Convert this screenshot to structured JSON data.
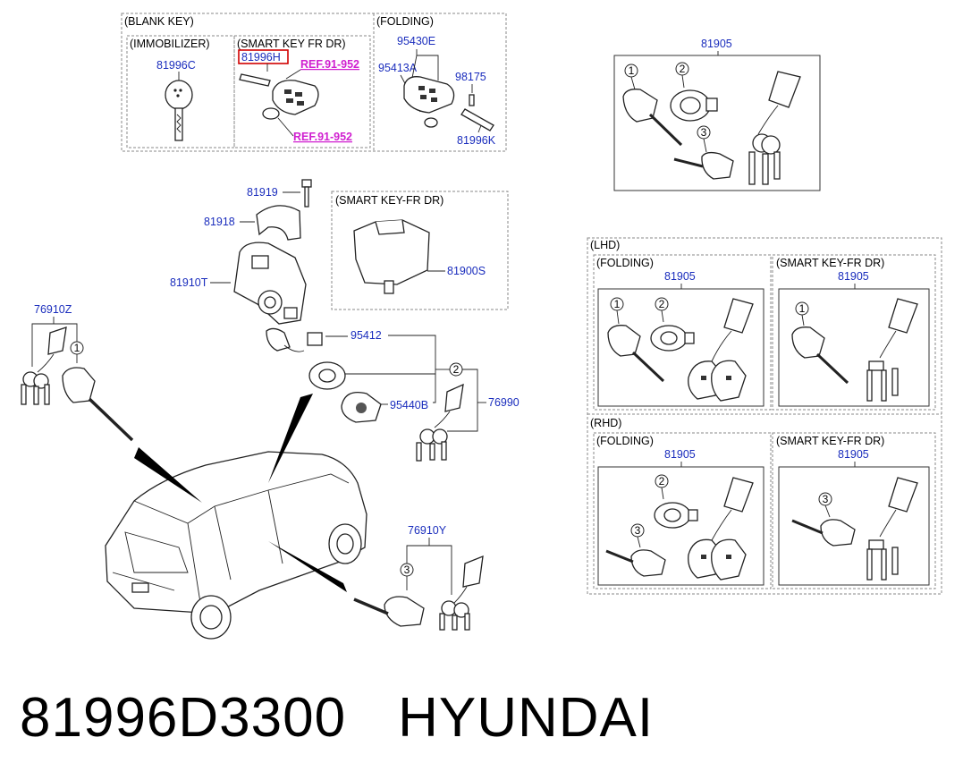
{
  "sections": {
    "blank_key": "(BLANK KEY)",
    "immobilizer": "(IMMOBILIZER)",
    "smart_key_fr_dr_top": "(SMART KEY FR DR)",
    "folding_top": "(FOLDING)",
    "smart_key_fr_dr_mid": "(SMART KEY-FR DR)",
    "lhd": "(LHD)",
    "lhd_folding": "(FOLDING)",
    "lhd_smart": "(SMART KEY-FR DR)",
    "rhd": "(RHD)",
    "rhd_folding": "(FOLDING)",
    "rhd_smart": "(SMART KEY-FR DR)"
  },
  "parts": {
    "p81996C": "81996C",
    "p81996H": "81996H",
    "ref1": "REF.91-952",
    "ref2": "REF.91-952",
    "p95430E": "95430E",
    "p95413A": "95413A",
    "p98175": "98175",
    "p81996K": "81996K",
    "p81905_top": "81905",
    "p81919": "81919",
    "p81918": "81918",
    "p81910T": "81910T",
    "p81900S": "81900S",
    "p76910Z": "76910Z",
    "p95412": "95412",
    "p95440B": "95440B",
    "p76990": "76990",
    "p76910Y": "76910Y",
    "p81905_lhd_fold": "81905",
    "p81905_lhd_smart": "81905",
    "p81905_rhd_fold": "81905",
    "p81905_rhd_smart": "81905"
  },
  "callouts": {
    "c1": "1",
    "c2": "2",
    "c3": "3"
  },
  "caption": {
    "part_number": "81996D3300",
    "brand": "HYUNDAI"
  },
  "colors": {
    "part_number_text": "#1a2dbd",
    "ref_text": "#d020d0",
    "highlight_box": "#d00000"
  }
}
